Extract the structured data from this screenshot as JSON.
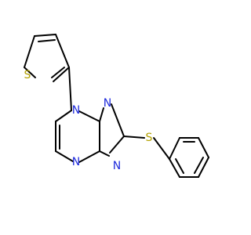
{
  "structure": {
    "atoms": {
      "thiophene_s": "S",
      "thioether_s": "S",
      "n_bridge": "N",
      "n_triazole": "N",
      "n_triazole_lower": "N",
      "n_pyrimidine": "N"
    },
    "colors": {
      "bond": "#000000",
      "sulfur": "#b3a100",
      "nitrogen": "#1f2bdc",
      "background": "#ffffff"
    }
  }
}
